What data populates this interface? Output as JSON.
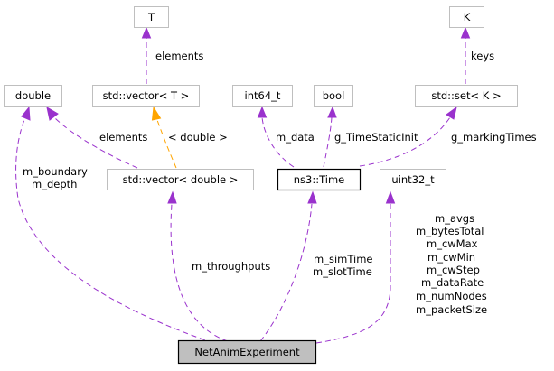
{
  "nodes": {
    "T": "T",
    "K": "K",
    "double": "double",
    "vector_T": "std::vector< T >",
    "int64_t": "int64_t",
    "bool": "bool",
    "set_K": "std::set< K >",
    "vector_double": "std::vector< double >",
    "ns3_time": "ns3::Time",
    "uint32_t": "uint32_t",
    "netanim": "NetAnimExperiment"
  },
  "edges": {
    "elements_T": "elements",
    "keys_K": "keys",
    "elements_double": "elements",
    "double_tmpl": "< double >",
    "m_data": "m_data",
    "g_time_static_init": "g_TimeStaticInit",
    "g_marking_times": "g_markingTimes",
    "double_members": [
      "m_boundary",
      "m_depth"
    ],
    "m_throughputs": "m_throughputs",
    "time_members": [
      "m_simTime",
      "m_slotTime"
    ],
    "uint32_members": [
      "m_avgs",
      "m_bytesTotal",
      "m_cwMax",
      "m_cwMin",
      "m_cwStep",
      "m_dataRate",
      "m_numNodes",
      "m_packetSize"
    ]
  },
  "colors": {
    "member_edge": "#9a32cd",
    "template_edge": "#ffa500",
    "node_border_gray": "#bfbfbf",
    "main_node_fill": "#bfbfbf"
  }
}
